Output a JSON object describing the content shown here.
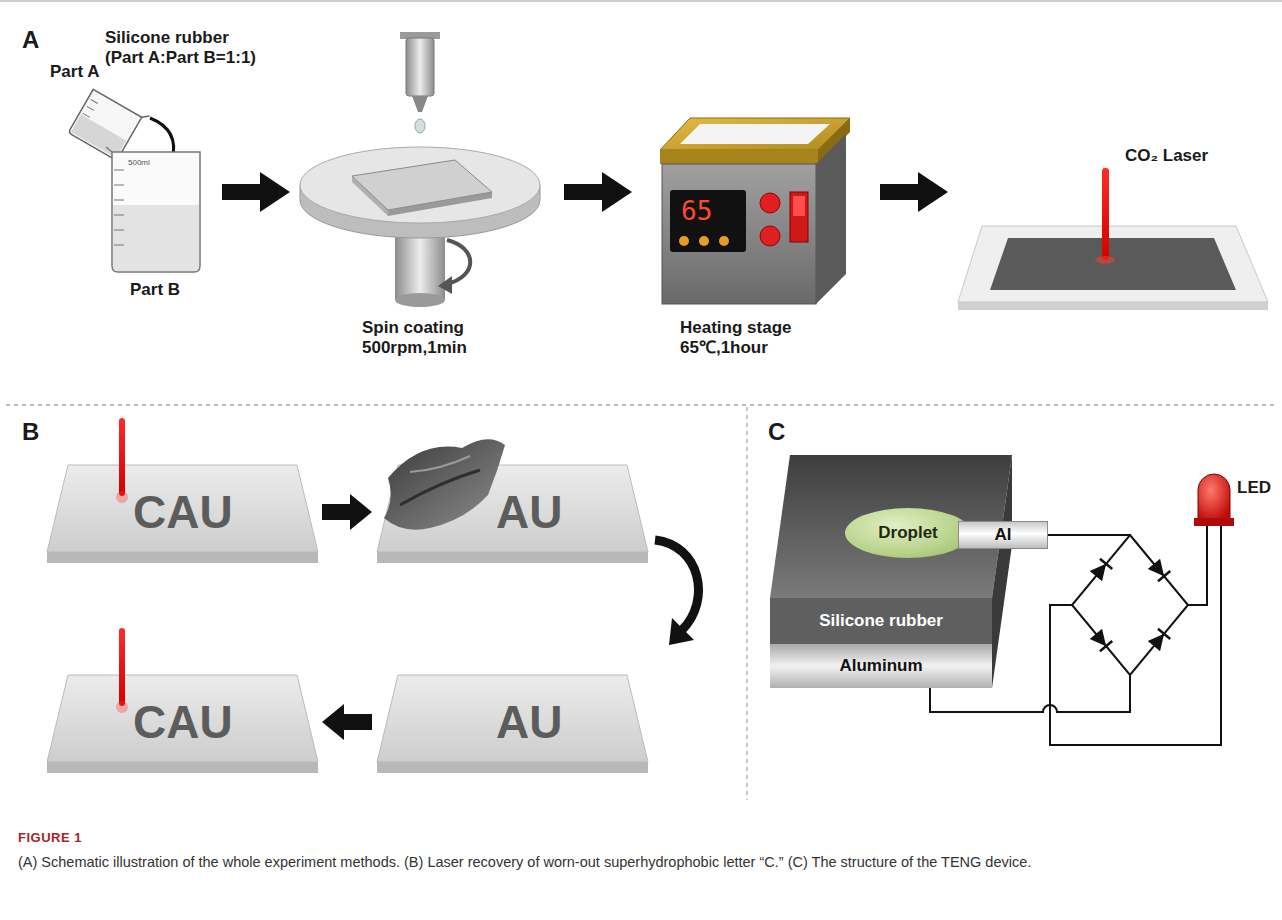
{
  "diagram": {
    "title": "FIGURE 1",
    "caption": "(A) Schematic illustration of the whole experiment methods. (B) Laser recovery of worn-out superhydrophobic letter “C.” (C) The structure of the TENG device.",
    "nodes": [
      {
        "text": [
          "Droplet"
        ]
      },
      {
        "text": [
          "Al"
        ]
      },
      {
        "text": [
          "Silicone rubber"
        ]
      },
      {
        "text": [
          "Aluminum"
        ]
      }
    ],
    "labels": [
      "A",
      "Silicone rubber (Part A:Part B=1:1)",
      "Part A",
      "500ml",
      "Part B",
      "Spin coating 500rpm,1min",
      "65",
      "Heating stage 65℃,1hour",
      "CO₂ Laser",
      "B",
      "CAU",
      "AU",
      "AU",
      "CAU",
      "C",
      "LED"
    ]
  }
}
